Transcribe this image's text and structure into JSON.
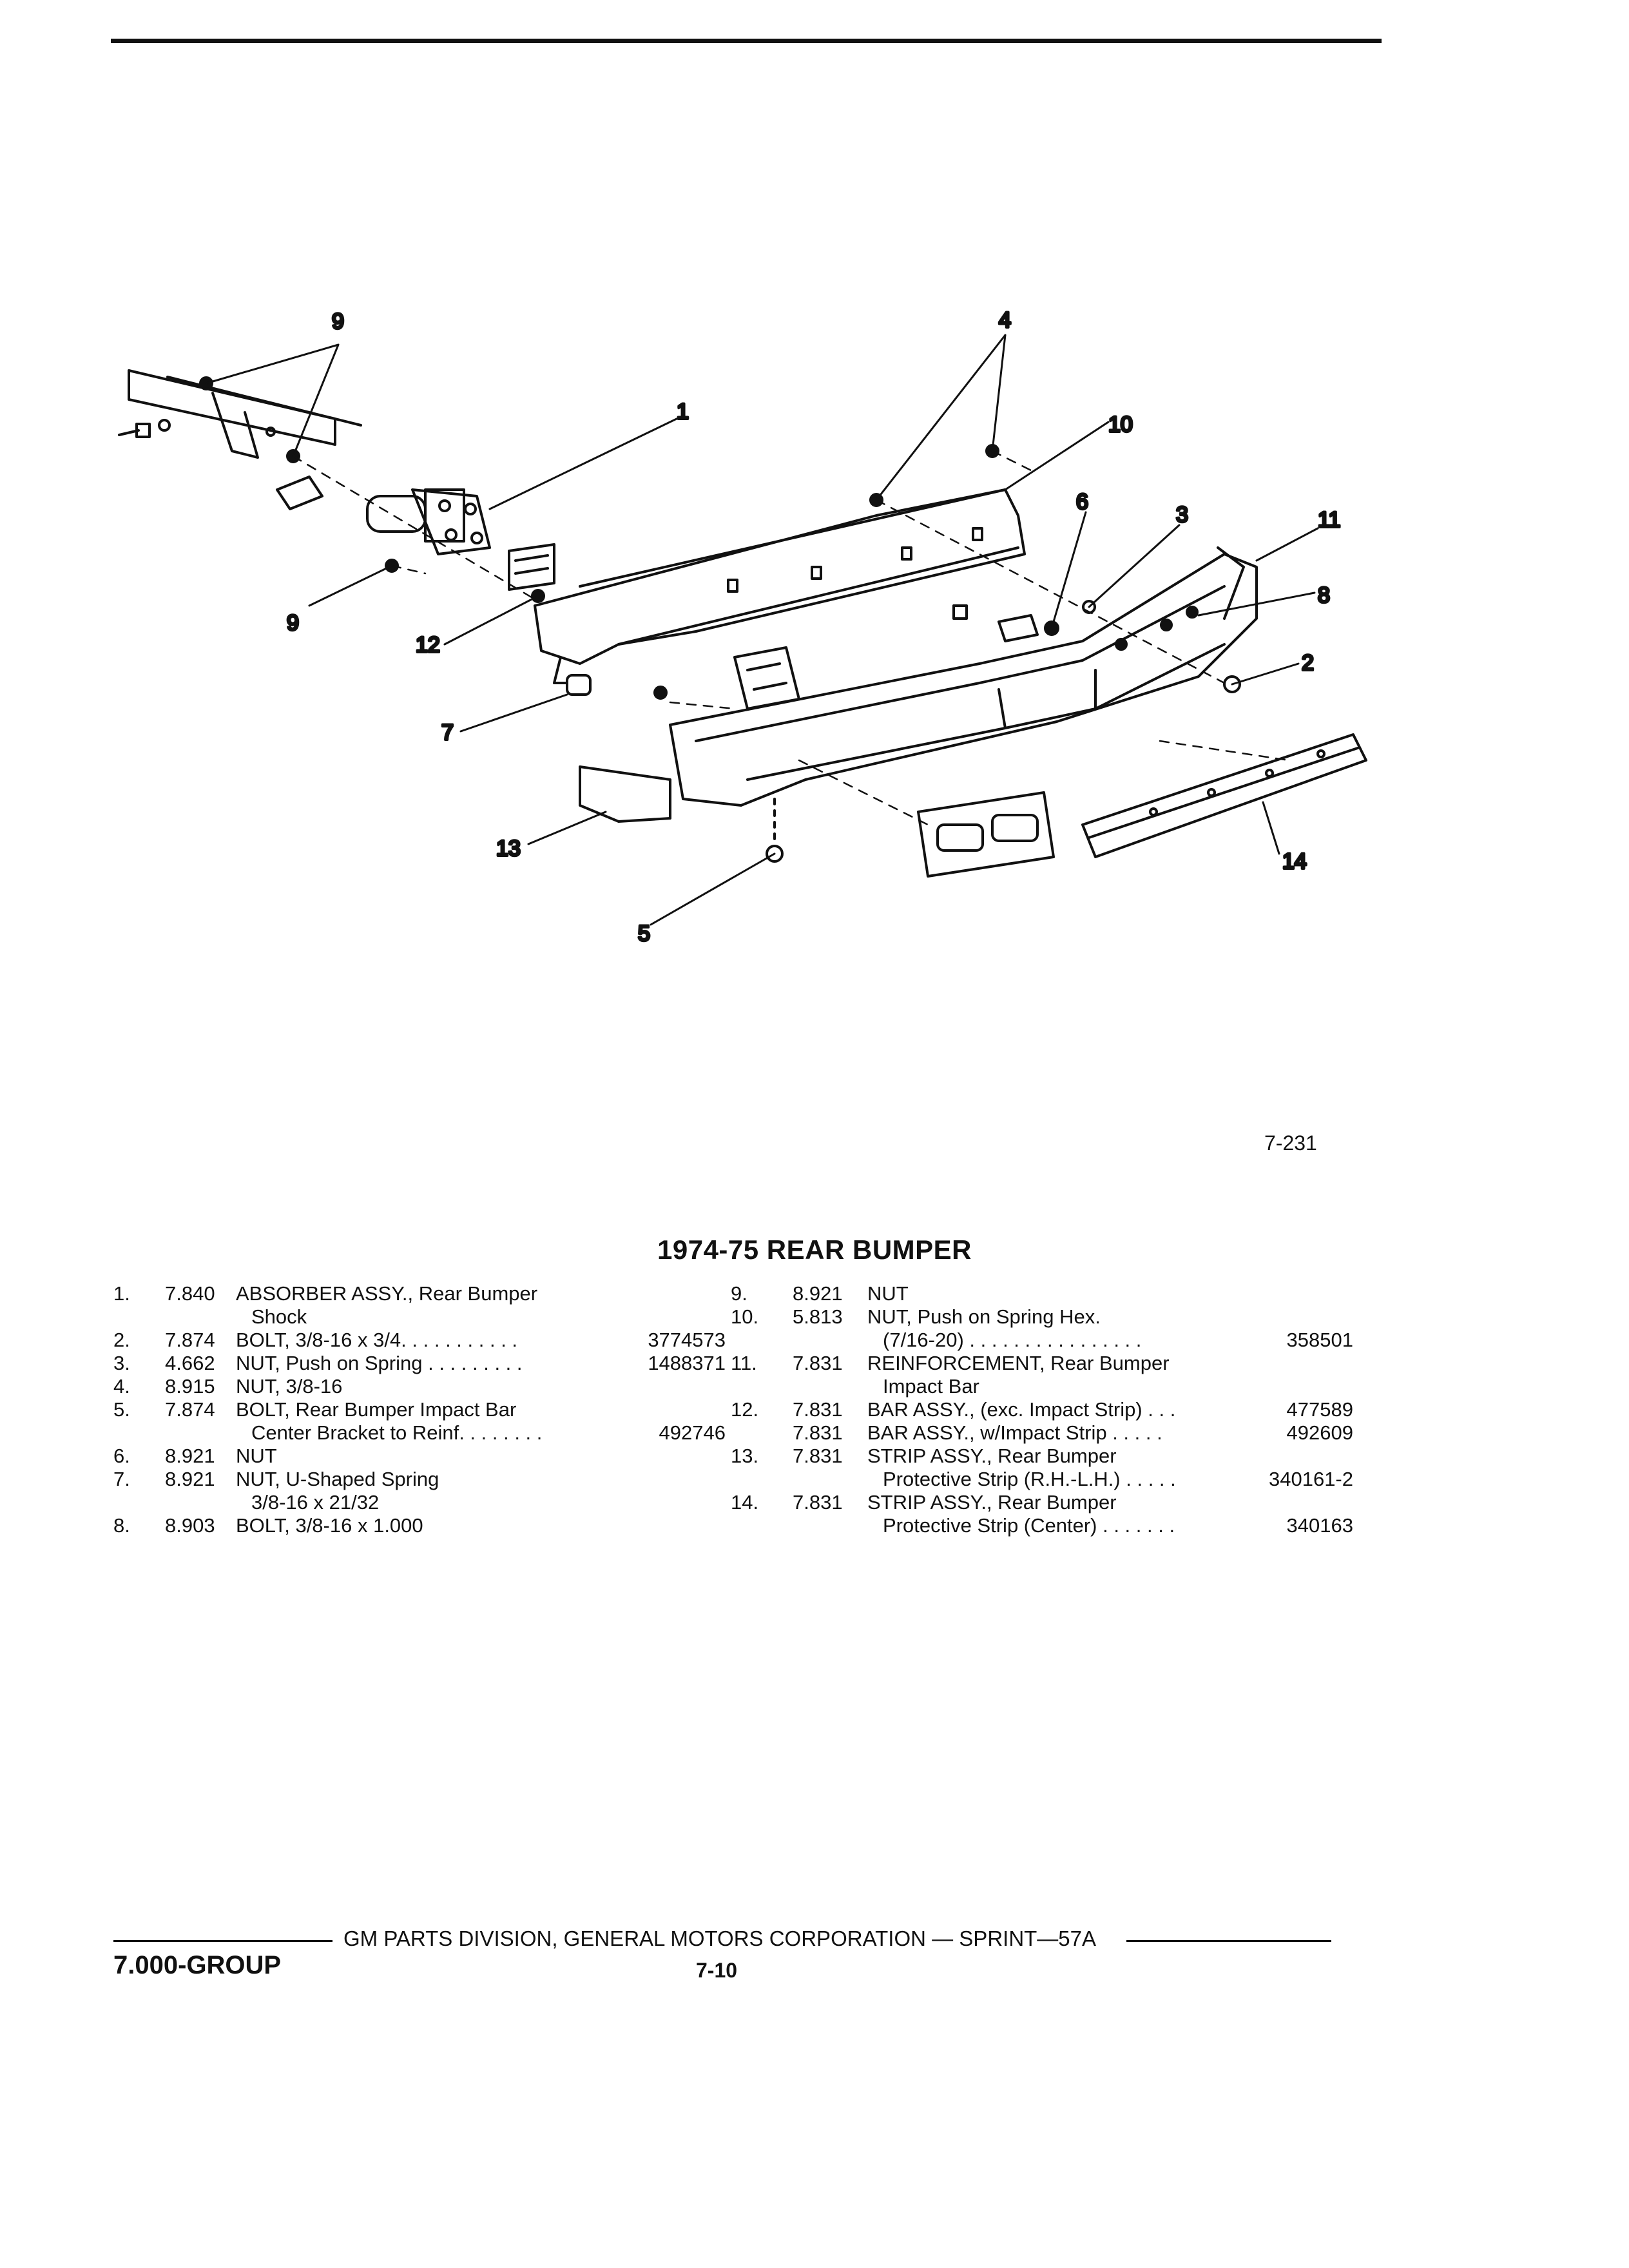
{
  "figure": {
    "callouts": [
      "1",
      "2",
      "3",
      "4",
      "5",
      "6",
      "7",
      "8",
      "9",
      "9",
      "10",
      "11",
      "12",
      "13",
      "14"
    ],
    "fig_number": "7-231"
  },
  "title": "1974-75 REAR BUMPER",
  "left_column": [
    {
      "num": "1.",
      "group": "7.840",
      "lines": [
        "ABSORBER ASSY., Rear Bumper",
        "Shock"
      ],
      "part": ""
    },
    {
      "num": "2.",
      "group": "7.874",
      "lines": [
        "BOLT, 3/8-16 x 3/4. . . . . . . . . . ."
      ],
      "part": "3774573"
    },
    {
      "num": "3.",
      "group": "4.662",
      "lines": [
        "NUT, Push on Spring  . . . . . . . . ."
      ],
      "part": "1488371"
    },
    {
      "num": "4.",
      "group": "8.915",
      "lines": [
        "NUT, 3/8-16"
      ],
      "part": ""
    },
    {
      "num": "5.",
      "group": "7.874",
      "lines": [
        "BOLT, Rear Bumper Impact Bar",
        "Center Bracket to Reinf. . . . . . . ."
      ],
      "part": "492746"
    },
    {
      "num": "6.",
      "group": "8.921",
      "lines": [
        "NUT"
      ],
      "part": ""
    },
    {
      "num": "7.",
      "group": "8.921",
      "lines": [
        "NUT, U-Shaped Spring",
        "3/8-16 x 21/32"
      ],
      "part": ""
    },
    {
      "num": "8.",
      "group": "8.903",
      "lines": [
        "BOLT, 3/8-16 x 1.000"
      ],
      "part": ""
    }
  ],
  "right_column": [
    {
      "num": "9.",
      "group": "8.921",
      "lines": [
        "NUT"
      ],
      "part": ""
    },
    {
      "num": "10.",
      "group": "5.813",
      "lines": [
        "NUT, Push on Spring Hex.",
        "(7/16-20) . . . . . . . . . . . . . . . ."
      ],
      "part": "358501"
    },
    {
      "num": "11.",
      "group": "7.831",
      "lines": [
        "REINFORCEMENT, Rear Bumper",
        "Impact Bar"
      ],
      "part": ""
    },
    {
      "num": "12.",
      "group": "7.831",
      "lines": [
        "BAR ASSY., (exc. Impact Strip) . . ."
      ],
      "part": "477589"
    },
    {
      "num": "",
      "group": "7.831",
      "lines": [
        "BAR ASSY., w/Impact Strip  . . . . ."
      ],
      "part": "492609"
    },
    {
      "num": "13.",
      "group": "7.831",
      "lines": [
        "STRIP ASSY., Rear Bumper",
        "Protective Strip (R.H.-L.H.)  . . . . ."
      ],
      "part": "340161-2"
    },
    {
      "num": "14.",
      "group": "7.831",
      "lines": [
        "STRIP ASSY., Rear Bumper",
        "Protective Strip (Center) . . . . . . ."
      ],
      "part": "340163"
    }
  ],
  "footer": {
    "text": "GM PARTS DIVISION, GENERAL MOTORS CORPORATION — SPRINT—57A",
    "group_label": "7.000-GROUP",
    "page": "7-10"
  }
}
